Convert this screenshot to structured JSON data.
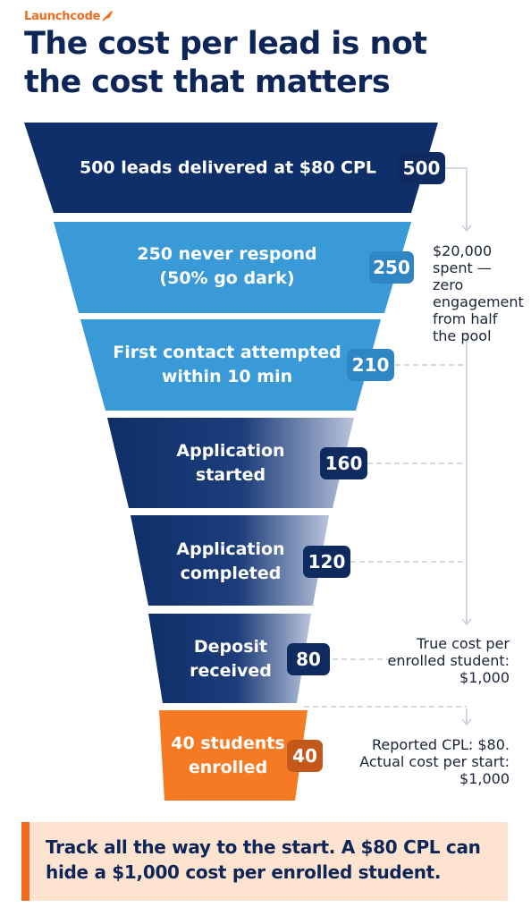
{
  "brand": {
    "name": "Launchcode"
  },
  "headline": {
    "line1": "The cost per lead is not",
    "line2": "the cost that matters"
  },
  "funnel": {
    "stages": [
      {
        "line1": "500 leads delivered at $80 CPL",
        "line2": "",
        "count": "500",
        "color": "#0f2f6b"
      },
      {
        "line1": "250 never respond",
        "line2": "(50% go dark)",
        "count": "250",
        "color": "#3a9ad8"
      },
      {
        "line1": "First contact attempted",
        "line2": "within 10 min",
        "count": "210",
        "color": "#3a9ad8"
      },
      {
        "line1": "Application",
        "line2": "started",
        "count": "160",
        "color": "#0f2f6b"
      },
      {
        "line1": "Application",
        "line2": "completed",
        "count": "120",
        "color": "#0f2f6b"
      },
      {
        "line1": "Deposit",
        "line2": "received",
        "count": "80",
        "color": "#0f2f6b"
      },
      {
        "line1": "40 students",
        "line2": "enrolled",
        "count": "40",
        "color": "#f57a23"
      }
    ]
  },
  "notes": {
    "spend": [
      "$20,000",
      "spent — zero",
      "engagement",
      "from half",
      "the pool"
    ],
    "true_cost": [
      "True cost per",
      "enrolled student:",
      "$1,000"
    ],
    "reported": [
      "Reported CPL: $80.",
      "Actual cost per start:",
      "$1,000"
    ]
  },
  "callout": {
    "line1": "Track all the way to the start. A $80 CPL can",
    "line2": "hide a $1,000 cost per enrolled student."
  },
  "colors": {
    "navy": "#0f2f6b",
    "sky": "#3a9ad8",
    "orange": "#f57a23",
    "badge_navy": "#0e2a5e",
    "badge_sky": "#2f86c5",
    "badge_orange": "#c4571a",
    "callout_bg": "#fde3d0",
    "connector": "#b9c3d4"
  }
}
